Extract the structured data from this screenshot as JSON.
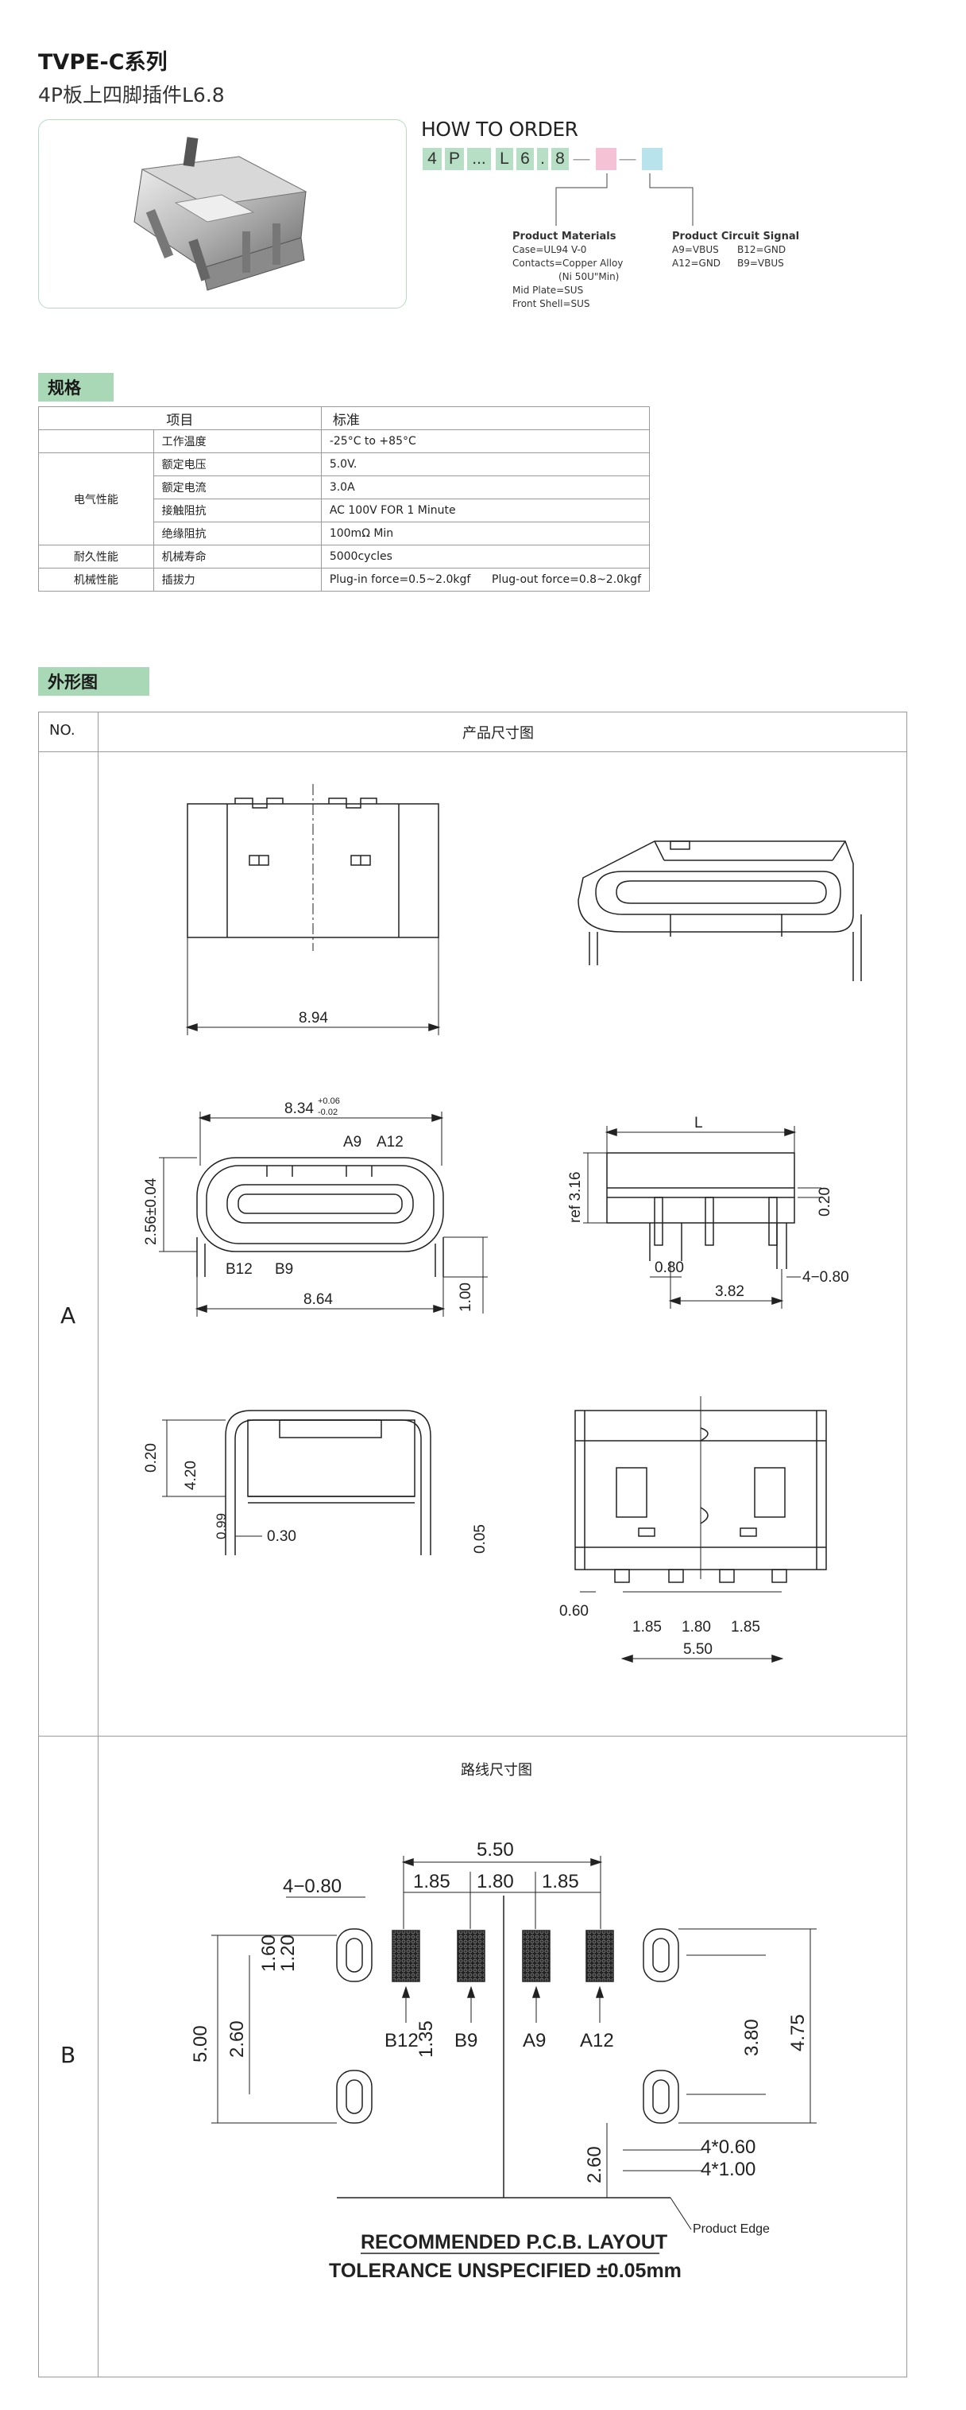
{
  "header": {
    "title": "TVPE-C系列",
    "subtitle": "4P板上四脚插件L6.8"
  },
  "order": {
    "heading": "HOW TO ORDER",
    "code": [
      "4",
      "P",
      "...",
      "L",
      "6",
      ".",
      "8"
    ],
    "dash": "—",
    "slot_colors": [
      "#f4c2d4",
      "#b8e3ec"
    ],
    "materials_title": "Product Materials",
    "materials": [
      "Case=UL94 V-0",
      "Contacts=Copper Alloy",
      "(Ni 50U\"Min)",
      "Mid Plate=SUS",
      "Front Shell=SUS"
    ],
    "signal_title": "Product Circuit Signal",
    "signals": [
      [
        "A9=VBUS",
        "B12=GND"
      ],
      [
        "A12=GND",
        "B9=VBUS"
      ]
    ]
  },
  "spec": {
    "tag": "规格",
    "col_item": "项目",
    "col_std": "标准",
    "rows": [
      {
        "group": "",
        "item": "工作温度",
        "value": "-25°C to +85°C"
      },
      {
        "group": "电气性能",
        "item": "额定电压",
        "value": "5.0V."
      },
      {
        "group": "",
        "item": "额定电流",
        "value": "3.0A"
      },
      {
        "group": "",
        "item": "接触阻抗",
        "value": "AC 100V FOR 1 Minute"
      },
      {
        "group": "",
        "item": "绝缘阻抗",
        "value": "100mΩ Min"
      },
      {
        "group": "耐久性能",
        "item": "机械寿命",
        "value": "5000cycles"
      },
      {
        "group": "机械性能",
        "item": "插拔力",
        "value": "Plug-in force=0.5~2.0kgf      Plug-out force=0.8~2.0kgf"
      }
    ]
  },
  "outline": {
    "tag": "外形图",
    "col_no": "NO.",
    "col_drawing": "产品尺寸图",
    "row_a": "A",
    "row_b": "B",
    "pcb_title": "路线尺寸图"
  },
  "dims_a": {
    "w894": "8.94",
    "w834": "8.34",
    "tol_up": "+0.06",
    "tol_dn": "-0.02",
    "a9": "A9",
    "a12": "A12",
    "b12": "B12",
    "b9": "B9",
    "h256": "2.56±0.04",
    "w864": "8.64",
    "h100": "1.00",
    "len": "L",
    "ref316": "ref 3.16",
    "d020": "0.20",
    "d080": "0.80",
    "d4080": "4−0.80",
    "d382": "3.82",
    "s020": "0.20",
    "s420": "4.20",
    "s099": "0.99",
    "s030": "0.30",
    "s005": "0.05",
    "b060": "0.60",
    "b185a": "1.85",
    "b180": "1.80",
    "b185b": "1.85",
    "b550": "5.50"
  },
  "dims_b": {
    "p550": "5.50",
    "p4080": "4−0.80",
    "p185a": "1.85",
    "p180": "1.80",
    "p185b": "1.85",
    "p160": "1.60",
    "p120": "1.20",
    "p500": "5.00",
    "p260a": "2.60",
    "p135": "1.35",
    "p380": "3.80",
    "p475": "4.75",
    "p260b": "2.60",
    "p4060": "4*0.60",
    "p4100": "4*1.00",
    "b12": "B12",
    "b9": "B9",
    "a9": "A9",
    "a12": "A12",
    "edge": "Product Edge",
    "rec": "RECOMMENDED  P.C.B.  LAYOUT",
    "tol": "TOLERANCE  UNSPECIFIED  ±0.05mm"
  }
}
